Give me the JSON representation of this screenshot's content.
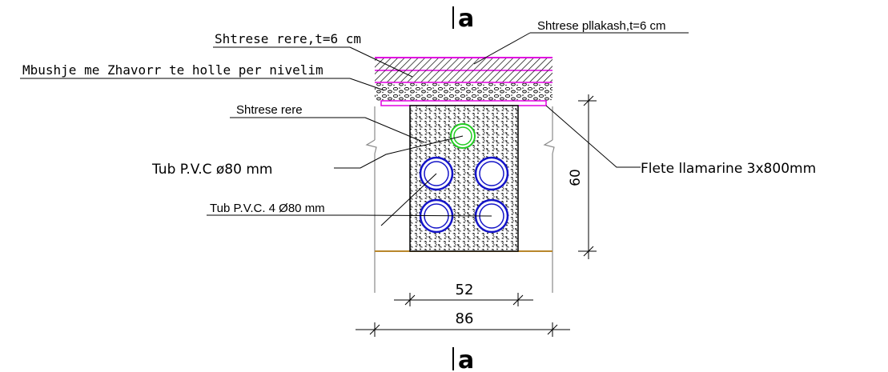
{
  "section": {
    "mark_top": "a",
    "mark_bottom": "a"
  },
  "labels": {
    "paving_layer": "Shtrese pllakash,t=6 cm",
    "sand_layer_top": "Shtrese rere,t=6 cm",
    "gravel_fill": "Mbushje me Zhavorr te holle per nivelim",
    "sand_layer": "Shtrese rere",
    "pipe_single": "Tub P.V.C ø80 mm",
    "pipe_group": "Tub P.V.C. 4 Ø80 mm",
    "steel_sheet": "Flete llamarine 3x800mm"
  },
  "dimensions": {
    "height": "60",
    "inner_width": "52",
    "outer_width": "86"
  },
  "colors": {
    "line": "#000000",
    "paving": "#e000e0",
    "pipe": "#1414c8",
    "pipe_single": "#22cc22",
    "ground": "#b8862b",
    "wall": "#8a8a8a"
  }
}
